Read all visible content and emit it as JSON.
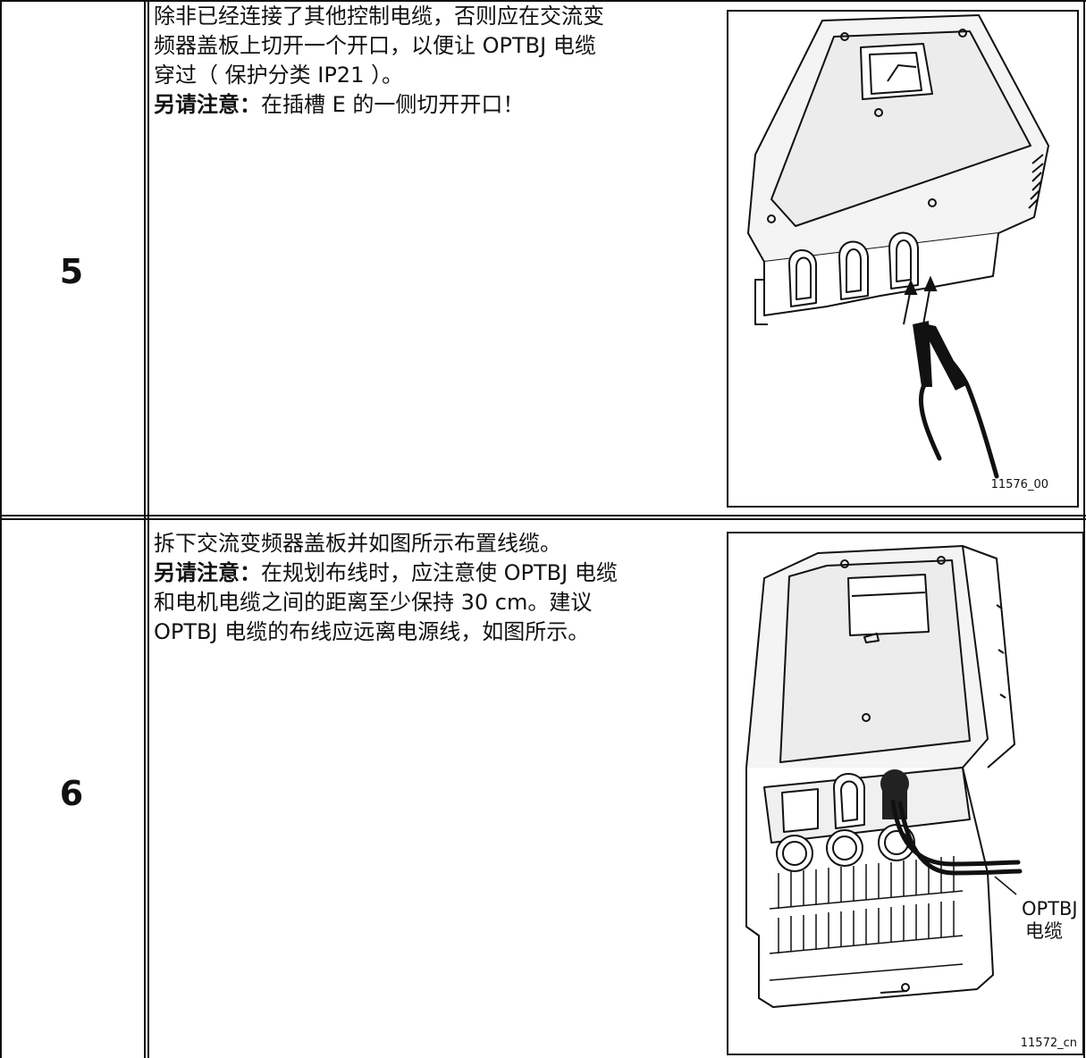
{
  "steps": [
    {
      "number": "5",
      "lines": [
        "除非已经连接了其他控制电缆，否则应在交流变",
        "频器盖板上切开一个开口，以便让 OPTBJ 电缆",
        "穿过（ 保护分类 IP21 ）。"
      ],
      "note_label": "另请注意：",
      "note_text": "在插槽 E 的一侧切开开口！",
      "figure_id": "11576_00"
    },
    {
      "number": "6",
      "lines": [
        "拆下交流变频器盖板并如图所示布置线缆。"
      ],
      "note_label": "另请注意：",
      "note_lines": [
        "在规划布线时，应注意使 OPTBJ 电缆",
        "和电机电缆之间的距离至少保持 30 cm。建议",
        "OPTBJ 电缆的布线应远离电源线，如图所示。"
      ],
      "figure_id": "11572_cn",
      "callout_line1": "OPTBJ",
      "callout_line2": "电缆"
    }
  ]
}
